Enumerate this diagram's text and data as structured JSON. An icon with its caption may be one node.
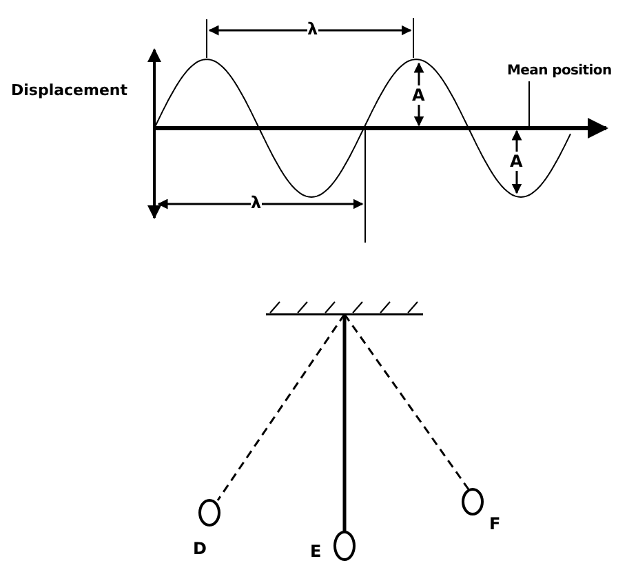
{
  "diagram": {
    "nodes": [
      {
        "text": [
          "Mean position"
        ]
      },
      {
        "text": [],
        "shape": "arrow"
      }
    ],
    "edges": [
      {
        "from": 0,
        "to": 1,
        "arrow": "none"
      }
    ],
    "labels": [
      "λ",
      "Displacement",
      "A",
      "A",
      "λ",
      "D",
      "E",
      "F"
    ]
  }
}
